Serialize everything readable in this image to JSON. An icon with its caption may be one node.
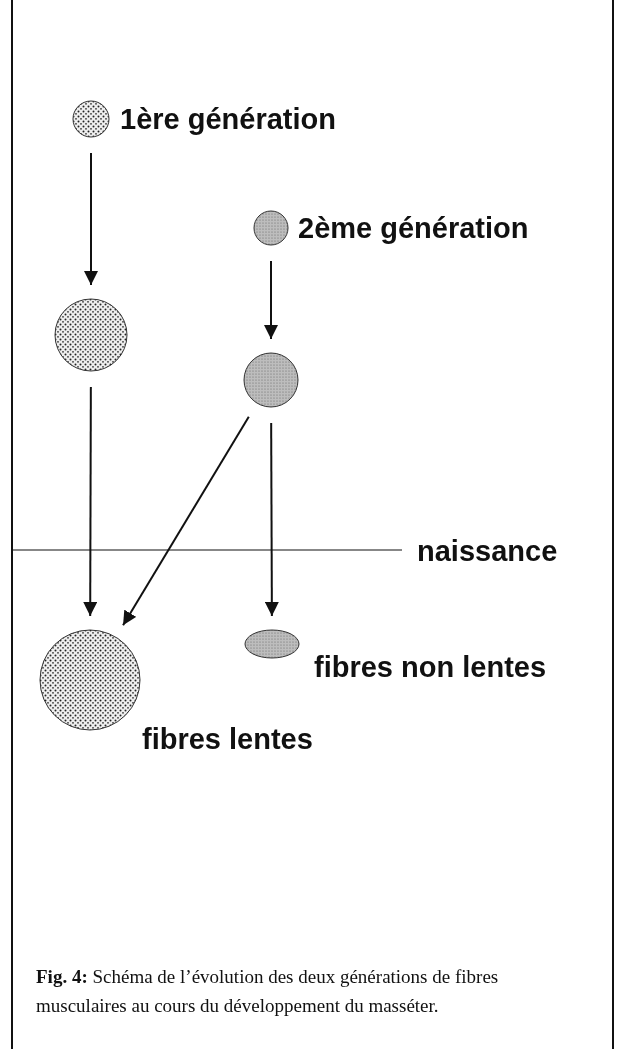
{
  "diagram": {
    "caption": "**Fig. 4:** Schéma de l’évolution des deux générations de fibres musculaires au cours du développement du masséter.",
    "nodes": [
      {
        "text": [
          "1ère génération"
        ]
      },
      {
        "text": [],
        "shape": "circle"
      },
      {
        "text": [
          "2ème génération"
        ]
      },
      {
        "text": [],
        "shape": "circle"
      },
      {
        "text": [
          "fibres lentes"
        ]
      },
      {
        "text": [
          "fibres non lentes"
        ]
      }
    ],
    "edges": [
      {
        "from": 0,
        "to": 1,
        "arrow": "to"
      },
      {
        "from": 1,
        "to": 4,
        "arrow": "to"
      },
      {
        "from": 2,
        "to": 3,
        "arrow": "to"
      },
      {
        "from": 3,
        "to": 4,
        "arrow": "to"
      },
      {
        "from": 3,
        "to": 5,
        "arrow": "to"
      }
    ],
    "labels": [
      "naissance"
    ]
  }
}
